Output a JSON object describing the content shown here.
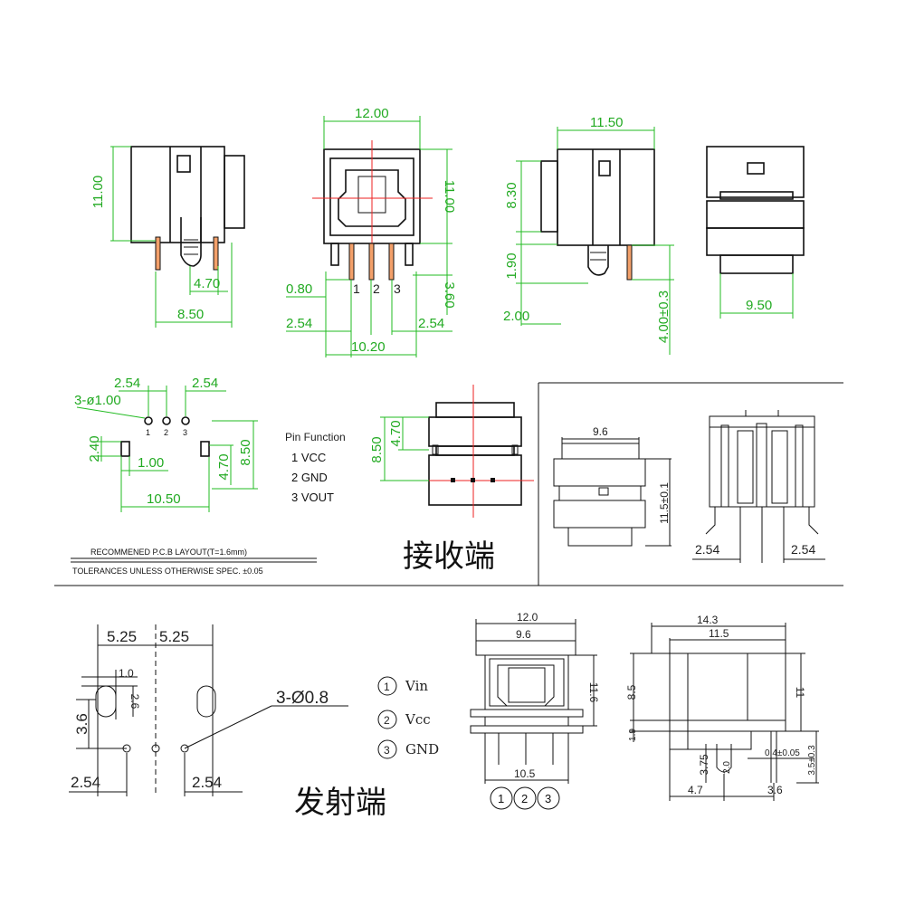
{
  "receiver": {
    "view1": {
      "height": "11.00",
      "pin_offset": "4.70",
      "width": "8.50"
    },
    "view2": {
      "width": "12.00",
      "height": "11.00",
      "pin_dia": "0.80",
      "pin_len": "3.60",
      "pitch_left": "2.54",
      "pitch_right": "2.54",
      "span": "10.20",
      "pin1": "1",
      "pin2": "2",
      "pin3": "3"
    },
    "view3": {
      "width": "11.50",
      "body_h": "8.30",
      "lower_h": "1.90",
      "stand_h": "2.00",
      "pin_len": "4.00±0.3"
    },
    "view4": {
      "width": "9.50"
    },
    "pcb": {
      "pitch_left": "2.54",
      "pitch_right": "2.54",
      "hole": "3-ø1.00",
      "slot_h": "2.40",
      "slot_w": "1.00",
      "offset": "4.70",
      "height": "8.50",
      "width": "10.50",
      "pin1": "1",
      "pin2": "2",
      "pin3": "3"
    },
    "pin_function": {
      "title": "Pin Function",
      "items": [
        "1 VCC",
        "2 GND",
        "3 VOUT"
      ]
    },
    "small_view": {
      "height": "8.50",
      "offset": "4.70"
    },
    "notes": {
      "pcb_layout": "RECOMMENED P.C.B LAYOUT(T=1.6mm)",
      "tolerance": "TOLERANCES UNLESS OTHERWISE SPEC. ±0.05"
    },
    "label": "接收端",
    "inset": {
      "width": "9.6",
      "height": "11.5±0.1",
      "pitch_left": "2.54",
      "pitch_right": "2.54"
    }
  },
  "transmitter": {
    "pcb": {
      "col_left": "5.25",
      "col_right": "5.25",
      "slot_w": "1.0",
      "slot_h": "2.6",
      "row": "3.6",
      "hole": "3-Ø0.8",
      "pitch_left": "2.54",
      "pitch_right": "2.54"
    },
    "pins": [
      {
        "num": "1",
        "name": "Vin"
      },
      {
        "num": "2",
        "name": "Vcc"
      },
      {
        "num": "3",
        "name": "GND"
      }
    ],
    "label": "发射端",
    "front": {
      "width": "12.0",
      "inner": "9.6",
      "height": "11.6",
      "span": "10.5",
      "c1": "1",
      "c2": "2",
      "c3": "3"
    },
    "side": {
      "width": "14.3",
      "inner": "11.5",
      "height": "11",
      "body": "8.5",
      "base": "1.9",
      "pin": "3.75",
      "pin_dia": "0.4±0.05",
      "pin_len": "3.5±0.3",
      "foot": "4.7",
      "tail": "3.6",
      "small": "2.0"
    }
  }
}
